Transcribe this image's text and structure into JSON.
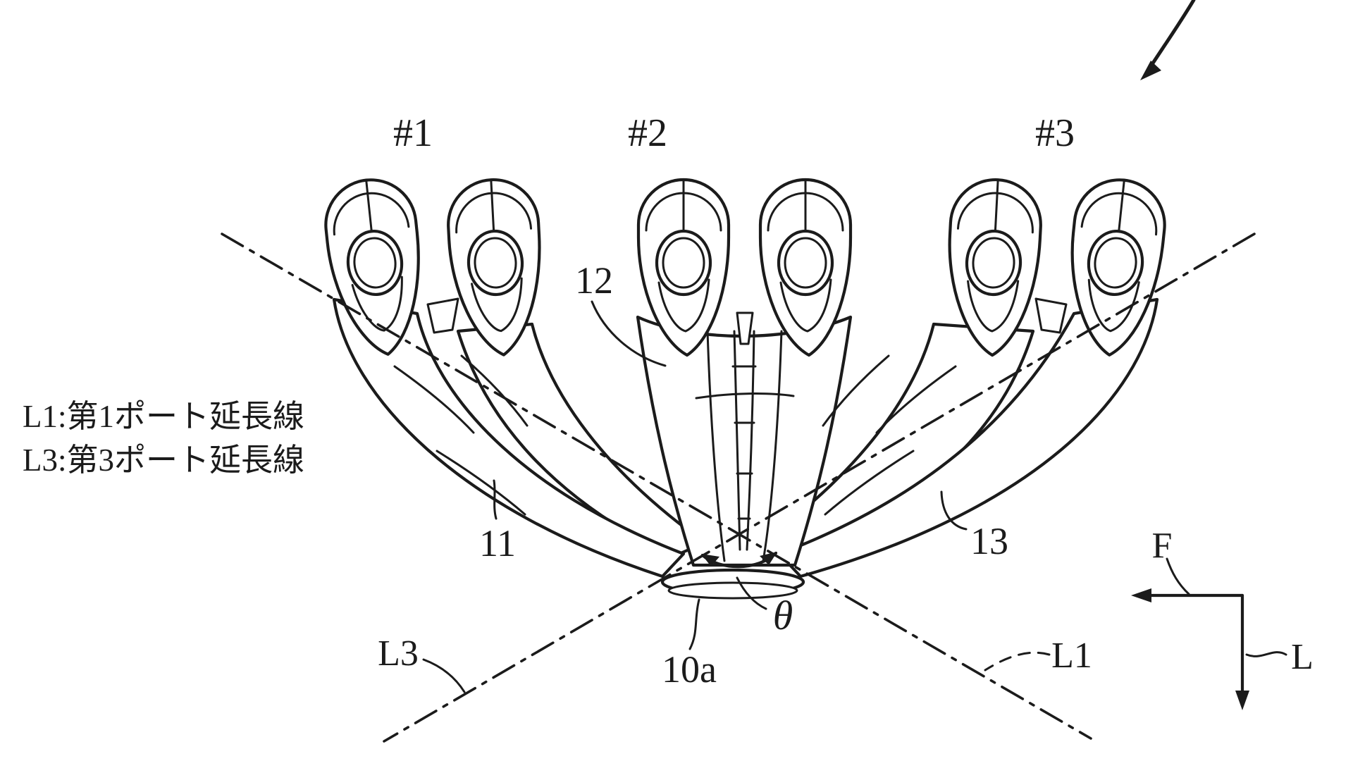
{
  "figure": {
    "legend": {
      "l1_line": "L1:第1ポート延長線",
      "l3_line": "L3:第3ポート延長線"
    },
    "cylinder_labels": {
      "c1": "#1",
      "c2": "#2",
      "c3": "#3"
    },
    "reference_numerals": {
      "n11": "11",
      "n12": "12",
      "n13": "13",
      "n10a": "10a"
    },
    "angle_label": "θ",
    "extension_line_labels": {
      "l1": "L1",
      "l3": "L3"
    },
    "axis_labels": {
      "front": "F",
      "left": "L"
    },
    "colors": {
      "ink": "#1b1b1b",
      "background": "#ffffff"
    }
  }
}
